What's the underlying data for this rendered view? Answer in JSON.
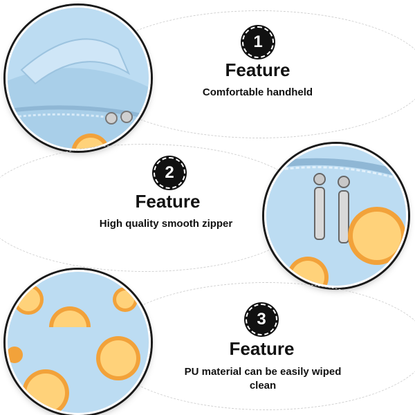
{
  "features": [
    {
      "number": "1",
      "title": "Feature",
      "description": "Comfortable handheld"
    },
    {
      "number": "2",
      "title": "Feature",
      "description": "High quality smooth zipper"
    },
    {
      "number": "3",
      "title": "Feature",
      "description": "PU material can be easily wiped clean"
    }
  ],
  "colors": {
    "bag_blue": "#b9d9ef",
    "orange": "#f2a23a",
    "badge": "#111111"
  },
  "photos": [
    {
      "icon": "bag-handle-photo"
    },
    {
      "icon": "zipper-photo"
    },
    {
      "icon": "orange-pattern-photo"
    }
  ]
}
